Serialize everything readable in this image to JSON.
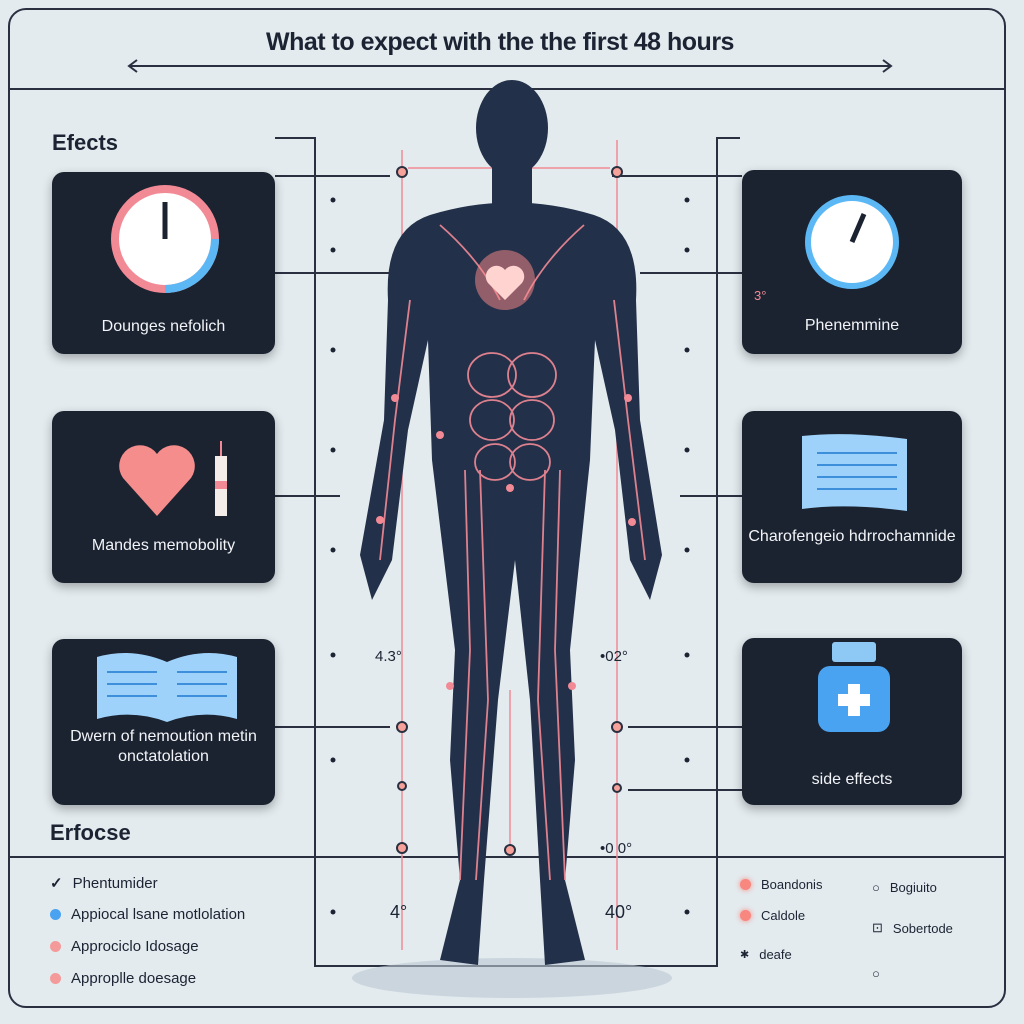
{
  "title": "What to expect with the the first 48 hours",
  "sections": {
    "top": "Efects",
    "bottom": "Erfocse"
  },
  "left_cards": [
    {
      "label": "Dounges nefolich",
      "icon": "clock-icon"
    },
    {
      "label": "Mandes memobolity",
      "icon": "heart-icon"
    },
    {
      "label": "Dwern of nemoution metin onctatolation",
      "icon": "book-icon"
    }
  ],
  "right_cards": [
    {
      "label": "Phenemmine",
      "icon": "clock-icon",
      "badge": "3°"
    },
    {
      "label": "Charofengeio hdrrochamnide",
      "icon": "document-icon"
    },
    {
      "label": "side effects",
      "icon": "medicine-bottle-icon"
    }
  ],
  "measurements": {
    "left_mid": "4.3°",
    "right_mid": "•02°",
    "right_low": "•0 0°",
    "left_bottom": "4°",
    "right_bottom": "40°"
  },
  "bottom_left_list": [
    {
      "label": "Phentumider",
      "marker": "check",
      "color": "#1c2333"
    },
    {
      "label": "Appiocal lsane motlolation",
      "marker": "dot",
      "color": "#4aa3f0"
    },
    {
      "label": "Approciclo Idosage",
      "marker": "dot",
      "color": "#f49a9a"
    },
    {
      "label": "Approplle doesage",
      "marker": "dot",
      "color": "#f49a9a"
    }
  ],
  "bottom_mid_list": [
    {
      "label": "Boandonis",
      "marker": "dot",
      "color": "#f7877f"
    },
    {
      "label": "Caldole",
      "marker": "dot",
      "color": "#f7877f"
    },
    {
      "label": "deafe",
      "marker": "symbol",
      "color": "#1c2333"
    }
  ],
  "bottom_right_list": [
    {
      "label": "Bogiuito",
      "marker": "circle"
    },
    {
      "label": "Sobertode",
      "marker": "square"
    },
    {
      "label": "",
      "marker": "circle"
    }
  ],
  "colors": {
    "card": "#1b2230",
    "accent_pink": "#f28a96",
    "accent_blue": "#4aa3f0",
    "body": "#233049"
  }
}
